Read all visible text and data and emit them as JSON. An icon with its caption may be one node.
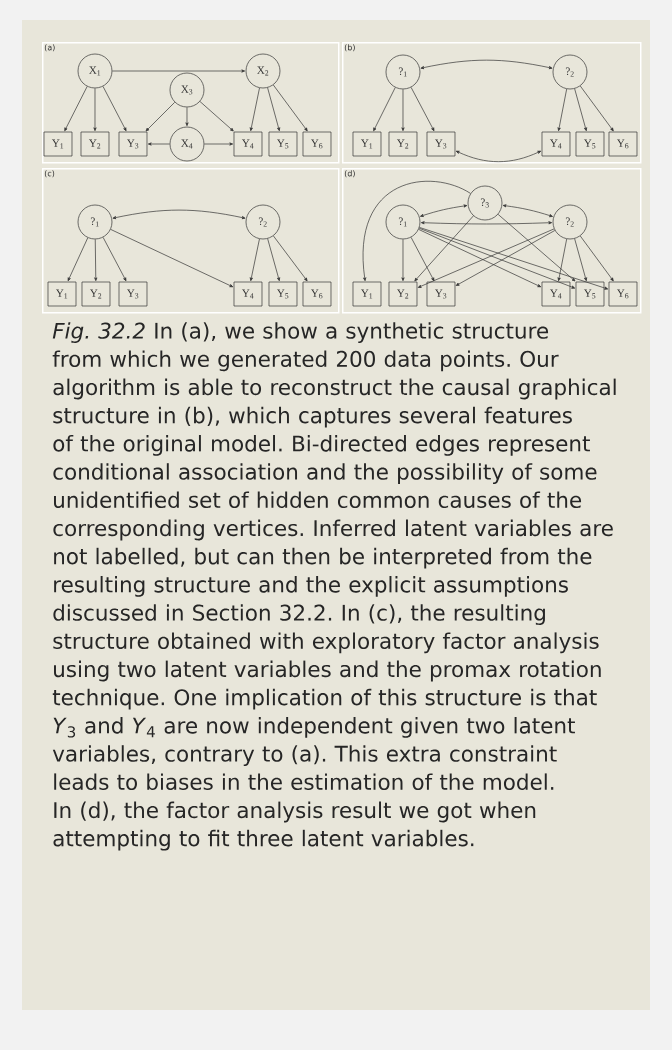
{
  "diagram": {
    "caption": "*Fig. 32.2* In (a), we show a synthetic structure from which we generated 200 data points. Our algorithm is able to reconstruct the causal graphical structure in (b), which captures several features of the original model. Bi-directed edges represent conditional association and the possibility of some unidentified set of hidden common causes of the corresponding vertices. Inferred latent variables are not labelled, but can then be interpreted from the resulting structure and the explicit assumptions discussed in Section 32.2. In (c), the resulting structure obtained with exploratory factor analysis using two latent variables and the promax rotation technique. One implication of this structure is that *Y*$_{3}$ and *Y*$_{4}$ are now independent given two latent variables, contrary to (a). This extra constraint leads to biases in the estimation of the model. In (d), the factor analysis result we got when attempting to fit three latent variables.",
    "nodes": [
      {
        "text": [
          "(a)"
        ]
      },
      {
        "text": [
          "X$_{1}$"
        ],
        "in": 0
      },
      {
        "text": [
          "X$_{2}$"
        ],
        "in": 0
      },
      {
        "text": [
          "X$_{3}$"
        ],
        "in": 0
      },
      {
        "text": [
          "Y$_{1}$"
        ],
        "in": 0
      },
      {
        "text": [
          "Y$_{2}$"
        ],
        "in": 0
      },
      {
        "text": [
          "Y$_{3}$"
        ],
        "in": 0
      },
      {
        "text": [
          "X$_{4}$"
        ],
        "in": 0
      },
      {
        "text": [
          "Y$_{4}$"
        ],
        "in": 0
      },
      {
        "text": [
          "Y$_{5}$"
        ],
        "in": 0
      },
      {
        "text": [
          "Y$_{6}$"
        ],
        "in": 0
      },
      {
        "text": [
          "(b)"
        ]
      },
      {
        "text": [
          "?$_{1}$"
        ],
        "in": 11
      },
      {
        "text": [
          "?$_{2}$"
        ],
        "in": 11
      },
      {
        "text": [
          "Y$_{1}$"
        ],
        "in": 11
      },
      {
        "text": [
          "Y$_{2}$"
        ],
        "in": 11
      },
      {
        "text": [
          "Y$_{3}$"
        ],
        "in": 11
      },
      {
        "text": [
          "Y$_{4}$"
        ],
        "in": 11
      },
      {
        "text": [
          "Y$_{5}$"
        ],
        "in": 11
      },
      {
        "text": [
          "Y$_{6}$"
        ],
        "in": 11
      },
      {
        "text": [
          "(c)"
        ]
      },
      {
        "text": [
          "?$_{1}$"
        ],
        "in": 20
      },
      {
        "text": [
          "?$_{2}$"
        ],
        "in": 20
      },
      {
        "text": [
          "Y$_{1}$"
        ],
        "in": 20
      },
      {
        "text": [
          "Y$_{2}$"
        ],
        "in": 20
      },
      {
        "text": [
          "Y$_{3}$"
        ],
        "in": 20
      },
      {
        "text": [
          "Y$_{4}$"
        ],
        "in": 20
      },
      {
        "text": [
          "Y$_{5}$"
        ],
        "in": 20
      },
      {
        "text": [
          "Y$_{6}$"
        ],
        "in": 20
      },
      {
        "text": [
          "(d)"
        ]
      },
      {
        "text": [
          "?$_{3}$"
        ],
        "in": 29
      },
      {
        "text": [
          "?$_{1}$"
        ],
        "in": 29
      },
      {
        "text": [
          "?$_{2}$"
        ],
        "in": 29
      },
      {
        "text": [
          "Y$_{1}$"
        ],
        "in": 29
      },
      {
        "text": [
          "Y$_{2}$"
        ],
        "in": 29
      },
      {
        "text": [
          "Y$_{3}$"
        ],
        "in": 29
      },
      {
        "text": [
          "Y$_{4}$"
        ],
        "in": 29
      },
      {
        "text": [
          "Y$_{5}$"
        ],
        "in": 29
      },
      {
        "text": [
          "Y$_{6}$"
        ],
        "in": 29
      }
    ],
    "edges": [
      {
        "from": 1,
        "to": 2,
        "arrow": "to"
      },
      {
        "from": 1,
        "to": 4,
        "arrow": "to"
      },
      {
        "from": 1,
        "to": 5,
        "arrow": "to"
      },
      {
        "from": 1,
        "to": 6,
        "arrow": "to"
      },
      {
        "from": 3,
        "to": 6,
        "arrow": "to"
      },
      {
        "from": 3,
        "to": 7,
        "arrow": "to"
      },
      {
        "from": 3,
        "to": 8,
        "arrow": "to"
      },
      {
        "from": 2,
        "to": 8,
        "arrow": "to"
      },
      {
        "from": 2,
        "to": 9,
        "arrow": "to"
      },
      {
        "from": 2,
        "to": 10,
        "arrow": "to"
      },
      {
        "from": 7,
        "to": 6,
        "arrow": "to"
      },
      {
        "from": 7,
        "to": 8,
        "arrow": "to"
      },
      {
        "from": 12,
        "to": 13,
        "arrow": "both"
      },
      {
        "from": 12,
        "to": 14,
        "arrow": "to"
      },
      {
        "from": 12,
        "to": 15,
        "arrow": "to"
      },
      {
        "from": 12,
        "to": 16,
        "arrow": "to"
      },
      {
        "from": 13,
        "to": 17,
        "arrow": "to"
      },
      {
        "from": 13,
        "to": 18,
        "arrow": "to"
      },
      {
        "from": 13,
        "to": 19,
        "arrow": "to"
      },
      {
        "from": 16,
        "to": 17,
        "arrow": "both"
      },
      {
        "from": 21,
        "to": 22,
        "arrow": "both"
      },
      {
        "from": 21,
        "to": 23,
        "arrow": "to"
      },
      {
        "from": 21,
        "to": 24,
        "arrow": "to"
      },
      {
        "from": 21,
        "to": 25,
        "arrow": "to"
      },
      {
        "from": 21,
        "to": 26,
        "arrow": "to"
      },
      {
        "from": 22,
        "to": 26,
        "arrow": "to"
      },
      {
        "from": 22,
        "to": 27,
        "arrow": "to"
      },
      {
        "from": 22,
        "to": 28,
        "arrow": "to"
      },
      {
        "from": 30,
        "to": 33,
        "arrow": "to"
      },
      {
        "from": 30,
        "to": 31,
        "arrow": "both"
      },
      {
        "from": 30,
        "to": 32,
        "arrow": "both"
      },
      {
        "from": 31,
        "to": 32,
        "arrow": "both"
      },
      {
        "from": 30,
        "to": 34,
        "arrow": "to"
      },
      {
        "from": 30,
        "to": 37,
        "arrow": "to"
      },
      {
        "from": 31,
        "to": 34,
        "arrow": "to"
      },
      {
        "from": 31,
        "to": 35,
        "arrow": "to"
      },
      {
        "from": 31,
        "to": 36,
        "arrow": "to"
      },
      {
        "from": 31,
        "to": 37,
        "arrow": "to"
      },
      {
        "from": 31,
        "to": 38,
        "arrow": "to"
      },
      {
        "from": 32,
        "to": 34,
        "arrow": "to"
      },
      {
        "from": 32,
        "to": 35,
        "arrow": "to"
      },
      {
        "from": 32,
        "to": 36,
        "arrow": "to"
      },
      {
        "from": 32,
        "to": 37,
        "arrow": "to"
      },
      {
        "from": 32,
        "to": 38,
        "arrow": "to"
      }
    ]
  }
}
